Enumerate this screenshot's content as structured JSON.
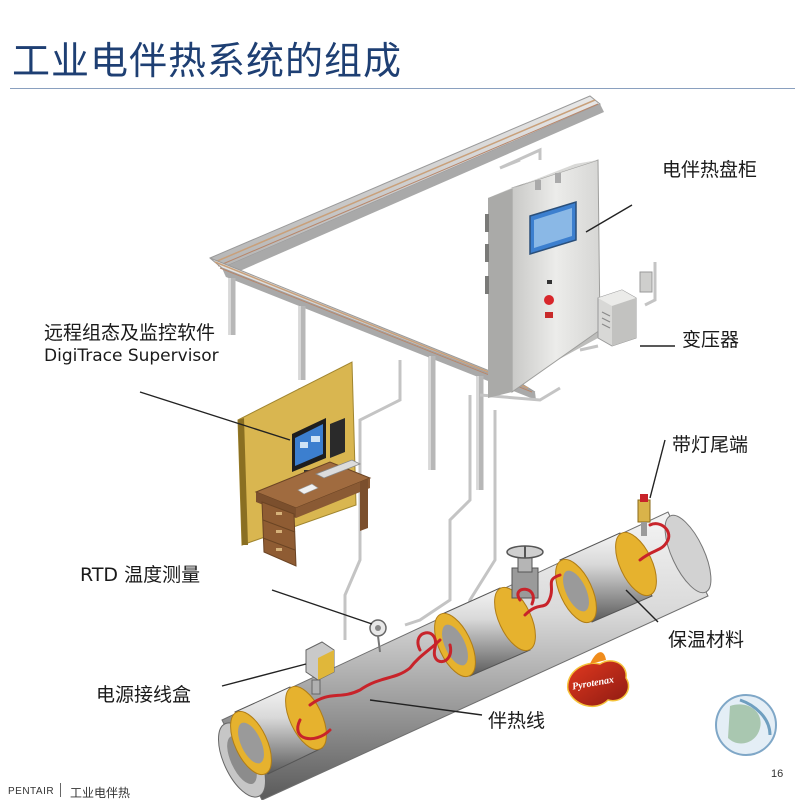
{
  "title": "工业电伴热系统的组成",
  "labels": {
    "panel": "电伴热盘柜",
    "software_cn": "远程组态及监控软件",
    "software_en": "DigiTrace Supervisor",
    "transformer": "变压器",
    "end_light": "带灯尾端",
    "rtd": "RTD 温度测量",
    "insulation": "保温材料",
    "junction_box": "电源接线盒",
    "heat_cable": "伴热线"
  },
  "footer": {
    "brand": "PENTAIR",
    "section": "工业电伴热",
    "page": "16"
  },
  "logo": {
    "text": "Pyrotenax"
  },
  "colors": {
    "title": "#1e3f73",
    "heat_cable": "#c8232a",
    "insulation_band": "#e6b22e",
    "panel_body": "#e3e3e1",
    "screen": "#3c7fcf"
  }
}
